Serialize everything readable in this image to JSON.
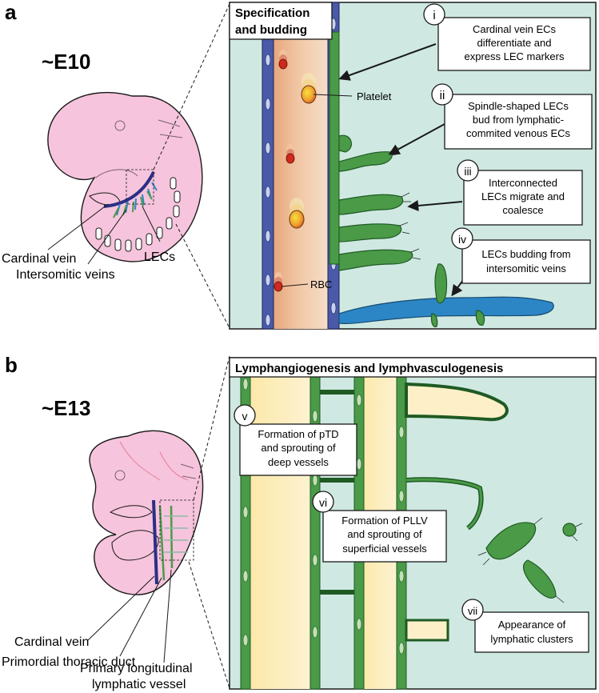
{
  "panel_a": {
    "letter": "a",
    "stage": "~E10",
    "title_line1": "Specification",
    "title_line2": "and budding",
    "embryo_labels": [
      "Cardinal vein",
      "Intersomitic veins",
      "LECs"
    ],
    "inset_labels": {
      "platelet": "Platelet",
      "rbc": "RBC"
    },
    "steps": [
      {
        "numeral": "i",
        "lines": [
          "Cardinal vein ECs",
          "differentiate and",
          "express LEC markers"
        ]
      },
      {
        "numeral": "ii",
        "lines": [
          "Spindle-shaped LECs",
          "bud from lymphatic-",
          "commited venous ECs"
        ]
      },
      {
        "numeral": "iii",
        "lines": [
          "Interconnected",
          "LECs migrate and",
          "coalesce"
        ]
      },
      {
        "numeral": "iv",
        "lines": [
          "LECs budding from",
          "intersomitic veins"
        ]
      }
    ]
  },
  "panel_b": {
    "letter": "b",
    "stage": "~E13",
    "title": "Lymphangiogenesis and lymphvasculogenesis",
    "embryo_labels": [
      "Cardinal vein",
      "Primordial thoracic duct",
      "Primary longitudinal",
      "lymphatic vessel"
    ],
    "steps": [
      {
        "numeral": "v",
        "lines": [
          "Formation of pTD",
          "and sprouting of",
          "deep vessels"
        ]
      },
      {
        "numeral": "vi",
        "lines": [
          "Formation of PLLV",
          "and sprouting of",
          "superficial vessels"
        ]
      },
      {
        "numeral": "vii",
        "lines": [
          "Appearance of",
          "lymphatic clusters"
        ]
      }
    ]
  },
  "colors": {
    "tissue": "#cfe9e2",
    "embryo": "#f6c4dc",
    "vein_lumen": "#e7b58f",
    "vein_wall": "#3d4f9a",
    "lec": "#4a9a47",
    "lec_dark": "#1f5a23",
    "intersomitic": "#2c86c6",
    "duct": "#fcefc0"
  }
}
